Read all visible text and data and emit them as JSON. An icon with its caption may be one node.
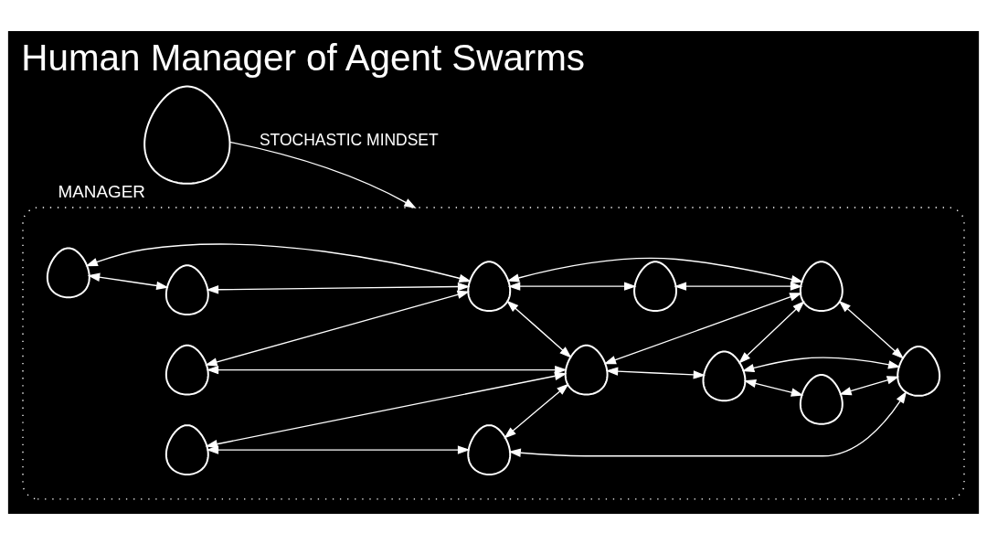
{
  "diagram": {
    "title": "Human Manager of Agent Swarms",
    "nodes": [
      {
        "text": [],
        "shape": "person",
        "beside": [
          "MANAGER"
        ]
      },
      {
        "text": [],
        "shape": "box"
      },
      {
        "text": [],
        "shape": "person",
        "in": 1
      },
      {
        "text": [],
        "shape": "person",
        "in": 1
      },
      {
        "text": [],
        "shape": "person",
        "in": 1
      },
      {
        "text": [],
        "shape": "person",
        "in": 1
      },
      {
        "text": [],
        "shape": "person",
        "in": 1
      },
      {
        "text": [],
        "shape": "person",
        "in": 1
      },
      {
        "text": [],
        "shape": "person",
        "in": 1
      },
      {
        "text": [],
        "shape": "person",
        "in": 1
      },
      {
        "text": [],
        "shape": "person",
        "in": 1
      },
      {
        "text": [],
        "shape": "person",
        "in": 1
      },
      {
        "text": [],
        "shape": "person",
        "in": 1
      },
      {
        "text": [],
        "shape": "person",
        "in": 1
      }
    ],
    "edges": [
      {
        "from": 0,
        "to": 1,
        "arrow": "to",
        "label": "STOCHASTIC MINDSET"
      },
      {
        "from": 2,
        "to": 6,
        "arrow": "both"
      },
      {
        "from": 2,
        "to": 8,
        "arrow": "both"
      },
      {
        "from": 3,
        "to": 6,
        "arrow": "both"
      },
      {
        "from": 3,
        "to": 4,
        "arrow": "both"
      },
      {
        "from": 4,
        "to": 6,
        "arrow": "both"
      },
      {
        "from": 4,
        "to": 12,
        "arrow": "both"
      },
      {
        "from": 5,
        "to": 10,
        "arrow": "both"
      },
      {
        "from": 5,
        "to": 8,
        "arrow": "both"
      },
      {
        "from": 8,
        "to": 6,
        "arrow": "both"
      },
      {
        "from": 6,
        "to": 11,
        "arrow": "both"
      },
      {
        "from": 6,
        "to": 9,
        "arrow": "both"
      },
      {
        "from": 9,
        "to": 7,
        "arrow": "both"
      },
      {
        "from": 9,
        "to": 11,
        "arrow": "both"
      },
      {
        "from": 9,
        "to": 12,
        "arrow": "both"
      },
      {
        "from": 7,
        "to": 12,
        "arrow": "both"
      },
      {
        "from": 8,
        "to": 11,
        "arrow": "both"
      },
      {
        "from": 8,
        "to": 13,
        "arrow": "both"
      },
      {
        "from": 10,
        "to": 8,
        "arrow": "both"
      },
      {
        "from": 11,
        "to": 12,
        "arrow": "both"
      },
      {
        "from": 13,
        "to": 11,
        "arrow": "both"
      }
    ]
  }
}
